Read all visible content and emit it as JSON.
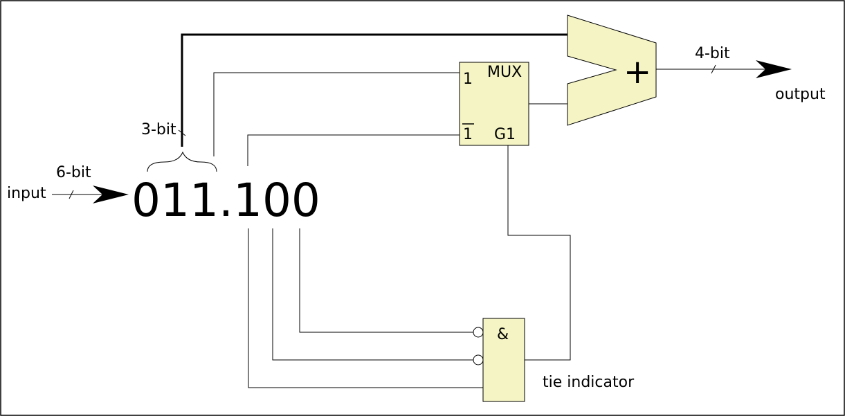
{
  "labels": {
    "input": "input",
    "input_width": "6-bit",
    "number": "011.100",
    "integer_width": "3-bit",
    "output": "output",
    "output_width": "4-bit",
    "tie_indicator": "tie indicator"
  },
  "mux": {
    "title": "MUX",
    "input_one": "1",
    "input_not_one": "1",
    "select": "G1"
  },
  "and_gate": {
    "symbol": "&"
  },
  "adder": {
    "symbol": "+"
  },
  "colors": {
    "block_fill": "#f4f4c4",
    "line": "#000000"
  }
}
